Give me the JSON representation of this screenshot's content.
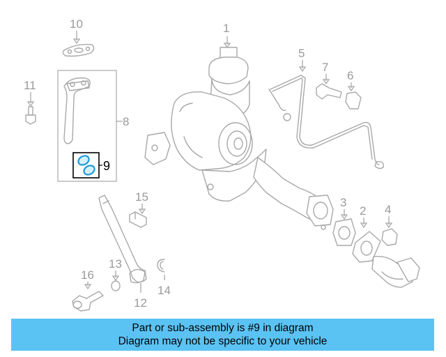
{
  "diagram": {
    "callouts": [
      "1",
      "2",
      "3",
      "4",
      "5",
      "6",
      "7",
      "8",
      "9",
      "10",
      "11",
      "12",
      "13",
      "14",
      "15",
      "16"
    ],
    "highlighted_callout": "9"
  },
  "caption": {
    "line1": "Part or sub-assembly is #9 in diagram",
    "line2": "Diagram may not be specific to your vehicle"
  },
  "colors": {
    "highlight": "#1a9ad6",
    "caption_background": "#5bc3f3",
    "line_art": "#a8a8a8"
  }
}
